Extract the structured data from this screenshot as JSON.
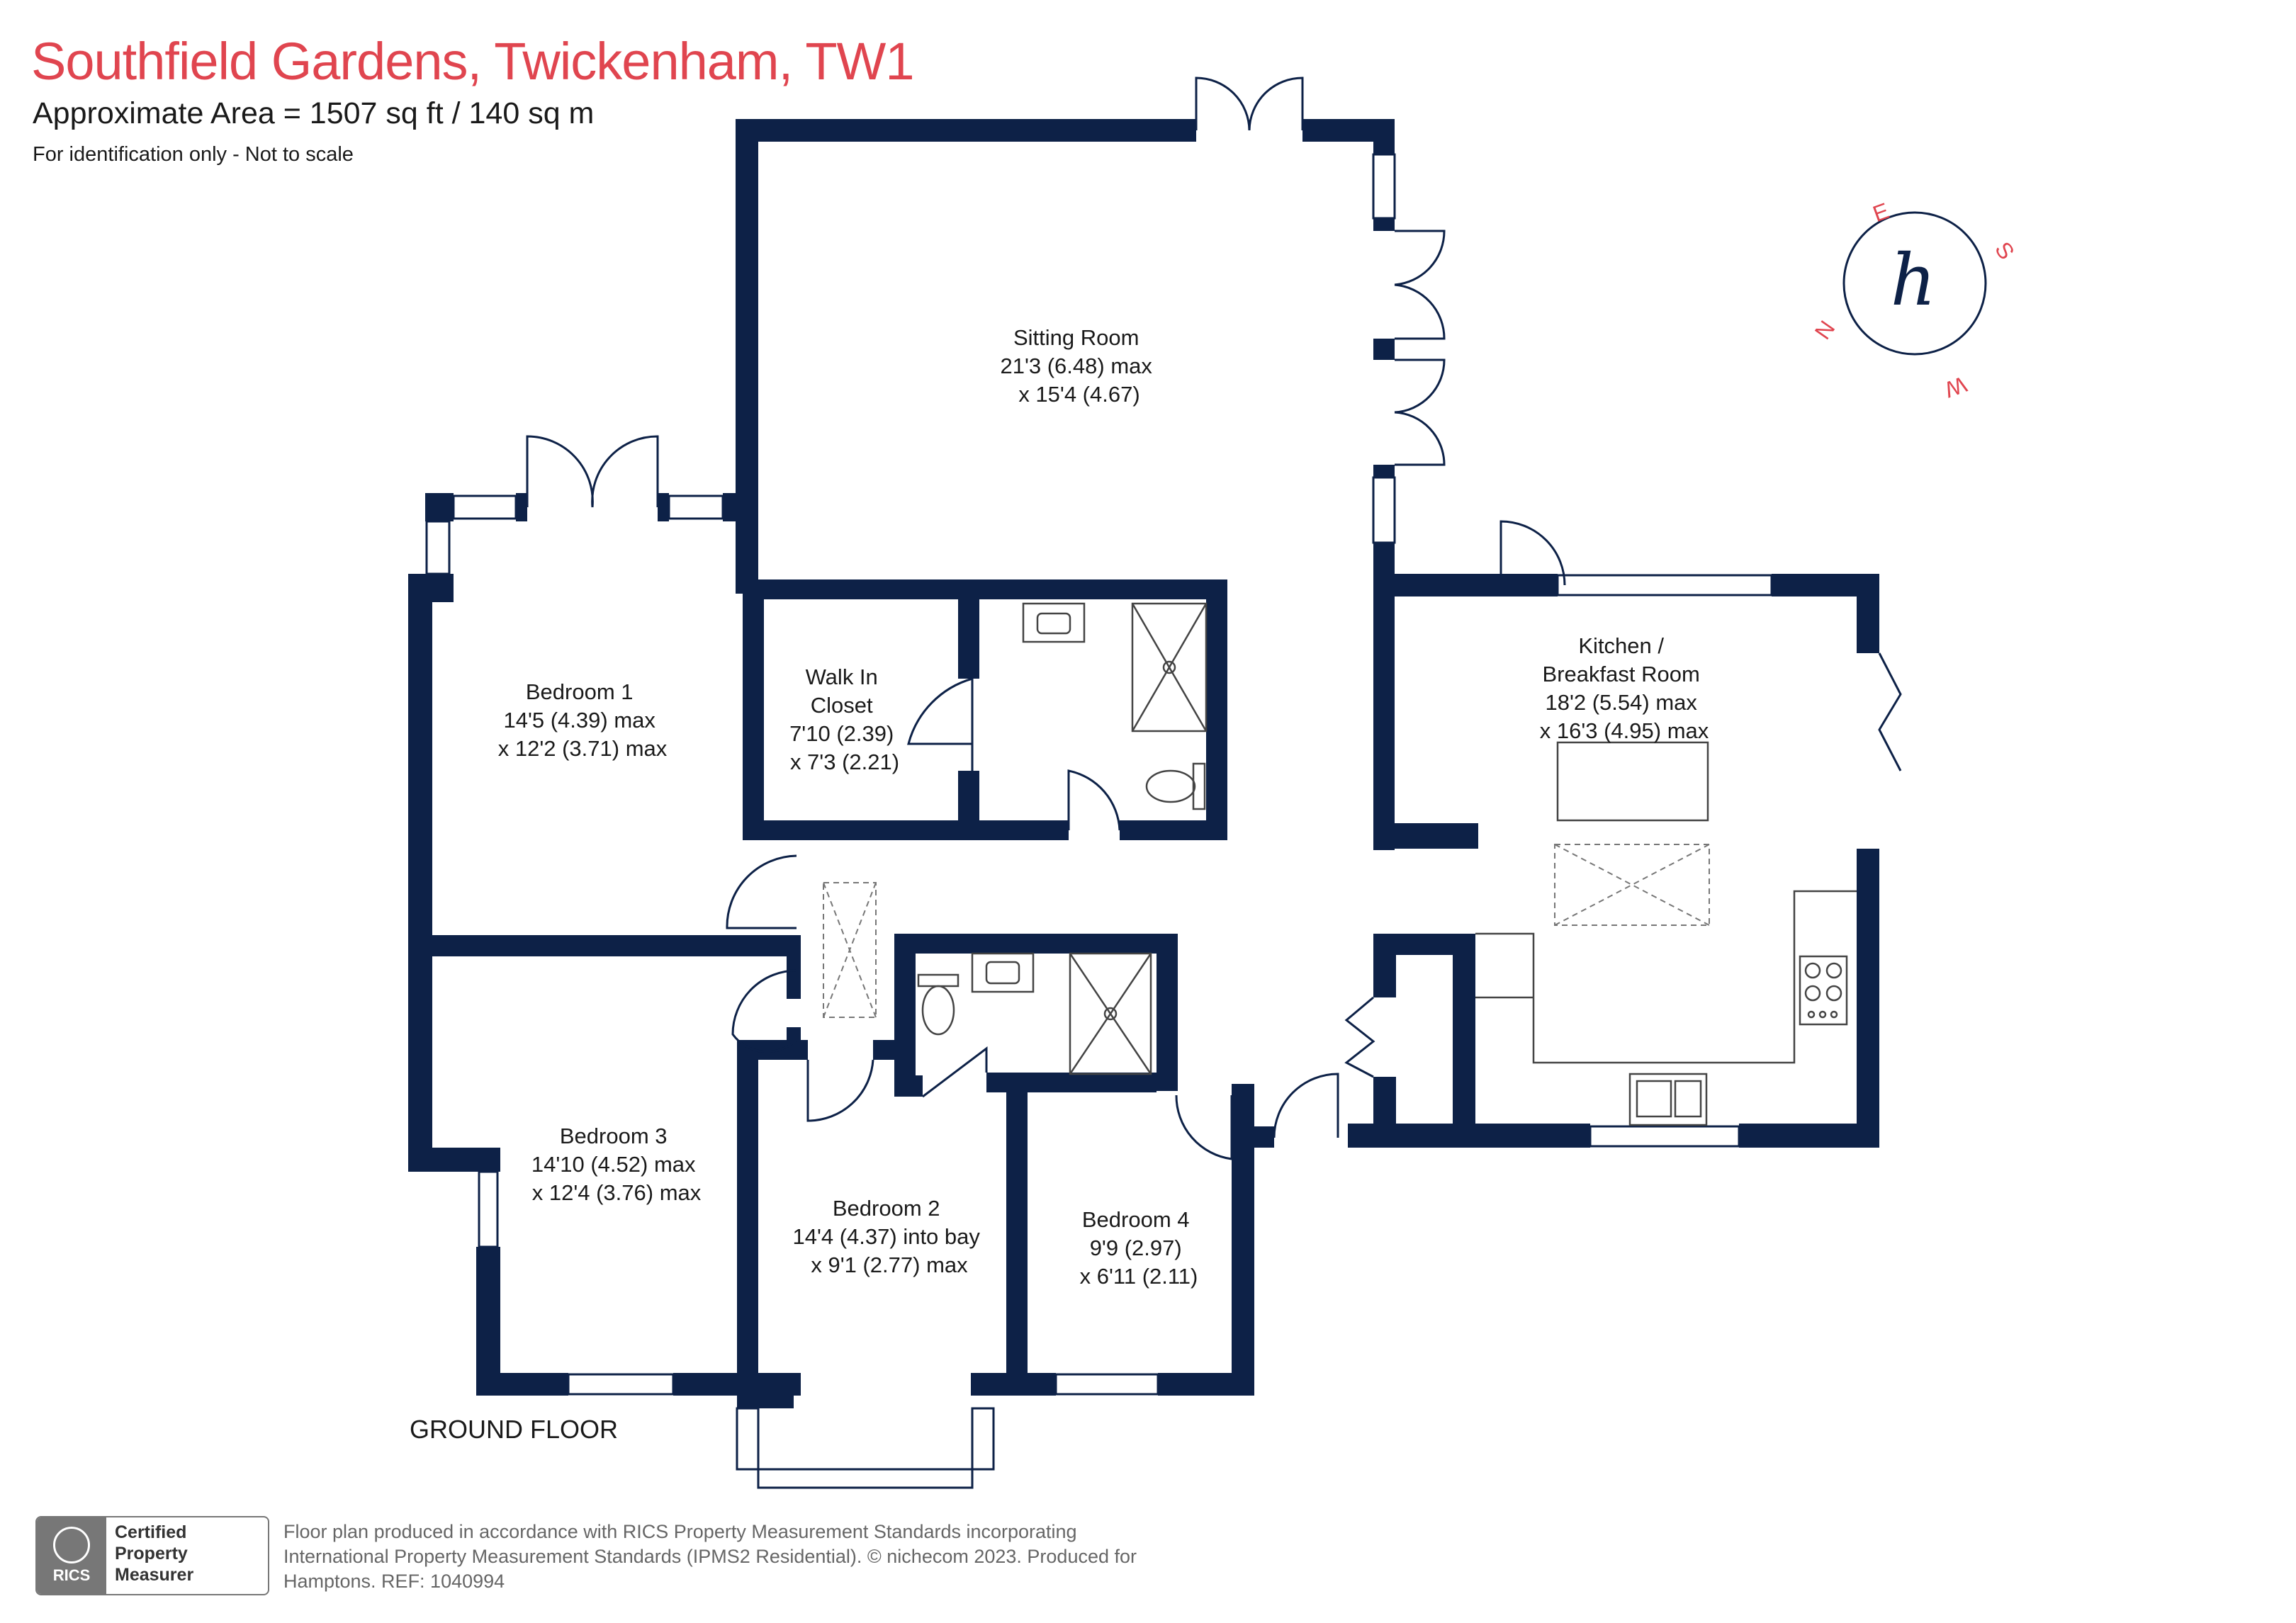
{
  "header": {
    "title": "Southfield Gardens, Twickenham, TW1",
    "area": "Approximate Area = 1507 sq ft / 140 sq m",
    "note": "For identification only - Not to scale"
  },
  "colors": {
    "wall": "#0d2147",
    "title": "#e0454f",
    "compass": "#e0454f"
  },
  "compass": {
    "logo": "h",
    "north": "N",
    "south": "S",
    "east": "E",
    "west": "W"
  },
  "rooms": [
    {
      "id": "sitting",
      "lines": [
        "Sitting Room",
        "21'3 (6.48) max",
        "x 15'4 (4.67)"
      ]
    },
    {
      "id": "kitchen",
      "lines": [
        "Kitchen /",
        "Breakfast Room",
        "18'2 (5.54) max",
        "x 16'3 (4.95) max"
      ]
    },
    {
      "id": "bedroom1",
      "lines": [
        "Bedroom 1",
        "14'5 (4.39) max",
        "x 12'2 (3.71) max"
      ]
    },
    {
      "id": "closet",
      "lines": [
        "Walk In",
        "Closet",
        "7'10 (2.39)",
        "x 7'3 (2.21)"
      ]
    },
    {
      "id": "bedroom3",
      "lines": [
        "Bedroom 3",
        "14'10 (4.52) max",
        "x 12'4 (3.76) max"
      ]
    },
    {
      "id": "bedroom2",
      "lines": [
        "Bedroom 2",
        "14'4 (4.37) into bay",
        "x 9'1 (2.77) max"
      ]
    },
    {
      "id": "bedroom4",
      "lines": [
        "Bedroom 4",
        "9'9 (2.97)",
        "x 6'11 (2.11)"
      ]
    }
  ],
  "floor_label": "GROUND FLOOR",
  "footer": {
    "text_line1": "Floor plan produced in accordance with RICS Property Measurement Standards incorporating",
    "text_line2": "International Property Measurement Standards (IPMS2 Residential).  © nichecom 2023.   Produced for",
    "text_line3": "Hamptons.   REF:   1040994"
  },
  "badge": {
    "org": "RICS",
    "line1": "Certified",
    "line2": "Property",
    "line3": "Measurer"
  }
}
